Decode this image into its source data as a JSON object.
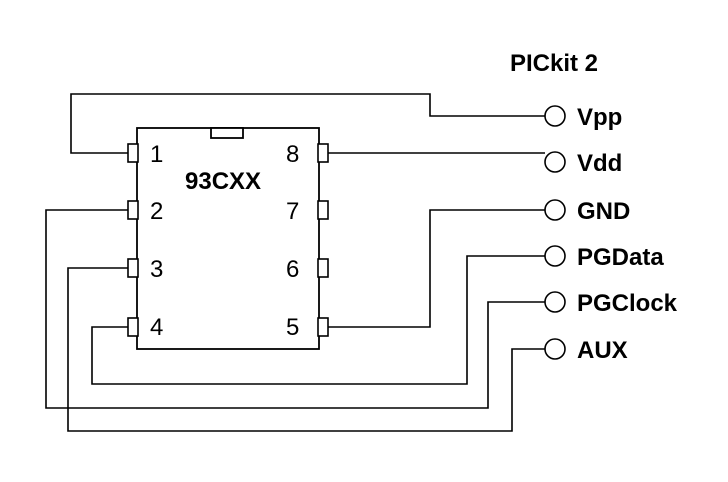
{
  "title": "PICkit 2",
  "chip": {
    "part": "93CXX",
    "pins_left": [
      "1",
      "2",
      "3",
      "4"
    ],
    "pins_right": [
      "8",
      "7",
      "6",
      "5"
    ]
  },
  "connector": {
    "signals": [
      "Vpp",
      "Vdd",
      "GND",
      "PGData",
      "PGClock",
      "AUX"
    ]
  }
}
